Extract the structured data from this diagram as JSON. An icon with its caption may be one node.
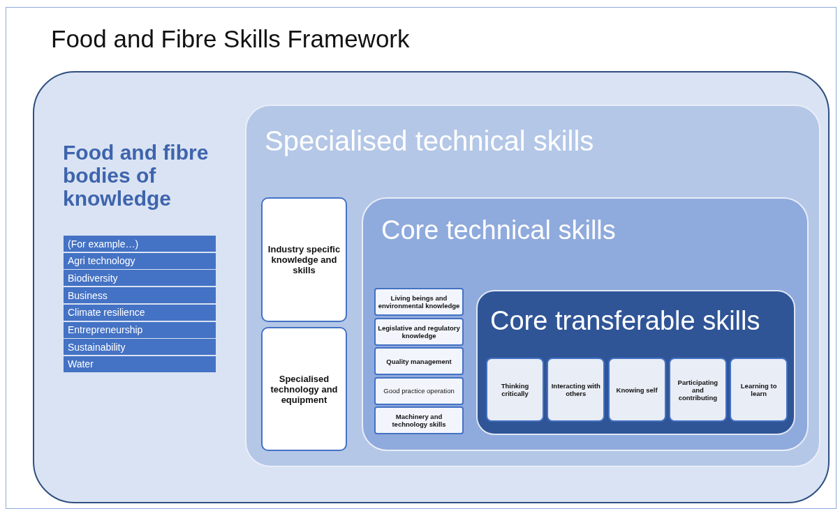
{
  "diagram": {
    "title": "Food and Fibre Skills Framework",
    "nodes": [
      {
        "text": [
          "Food and fibre bodies of knowledge"
        ]
      },
      {
        "text": [
          "(For example…)"
        ],
        "in": 0
      },
      {
        "text": [
          "Agri technology"
        ],
        "in": 0
      },
      {
        "text": [
          "Biodiversity"
        ],
        "in": 0
      },
      {
        "text": [
          "Business"
        ],
        "in": 0
      },
      {
        "text": [
          "Climate resilience"
        ],
        "in": 0
      },
      {
        "text": [
          "Entrepreneurship"
        ],
        "in": 0
      },
      {
        "text": [
          "Sustainability"
        ],
        "in": 0
      },
      {
        "text": [
          "Water"
        ],
        "in": 0
      },
      {
        "text": [
          "Specialised technical skills"
        ],
        "in": 0
      },
      {
        "text": [
          "Industry specific knowledge and skills"
        ],
        "in": 9
      },
      {
        "text": [
          "Specialised technology and equipment"
        ],
        "in": 9
      },
      {
        "text": [
          "Core technical skills"
        ],
        "in": 9
      },
      {
        "text": [
          "Living beings and environmental knowledge"
        ],
        "in": 12
      },
      {
        "text": [
          "Legislative and regulatory knowledge"
        ],
        "in": 12
      },
      {
        "text": [
          "Quality management"
        ],
        "in": 12
      },
      {
        "text": [
          "Good practice operation"
        ],
        "in": 12
      },
      {
        "text": [
          "Machinery and technology skills"
        ],
        "in": 12
      },
      {
        "text": [
          "Core transferable skills"
        ],
        "in": 12
      },
      {
        "text": [
          "Thinking critically"
        ],
        "in": 18
      },
      {
        "text": [
          "Interacting with others"
        ],
        "in": 18
      },
      {
        "text": [
          "Knowing self"
        ],
        "in": 18
      },
      {
        "text": [
          "Participating and contributing"
        ],
        "in": 18
      },
      {
        "text": [
          "Learning to learn"
        ],
        "in": 18
      }
    ]
  }
}
